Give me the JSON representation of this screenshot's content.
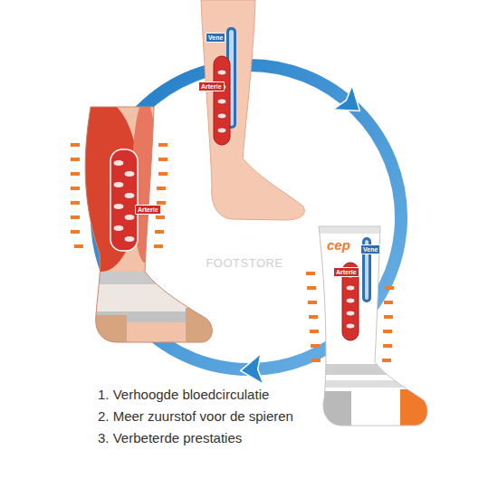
{
  "diagram": {
    "nodes": [
      {
        "text": [
          "Vene"
        ]
      },
      {
        "text": [
          "Arterie"
        ]
      },
      {
        "text": [
          "Arterie"
        ]
      },
      {
        "text": [
          "Vene"
        ]
      },
      {
        "text": [
          "Arterie"
        ]
      }
    ],
    "labels": [
      "FOOTSTORE",
      "cep",
      "1. Verhoogde bloedcirculatie",
      "2. Meer zuurstof voor de spieren",
      "3. Verbeterde prestaties"
    ]
  }
}
